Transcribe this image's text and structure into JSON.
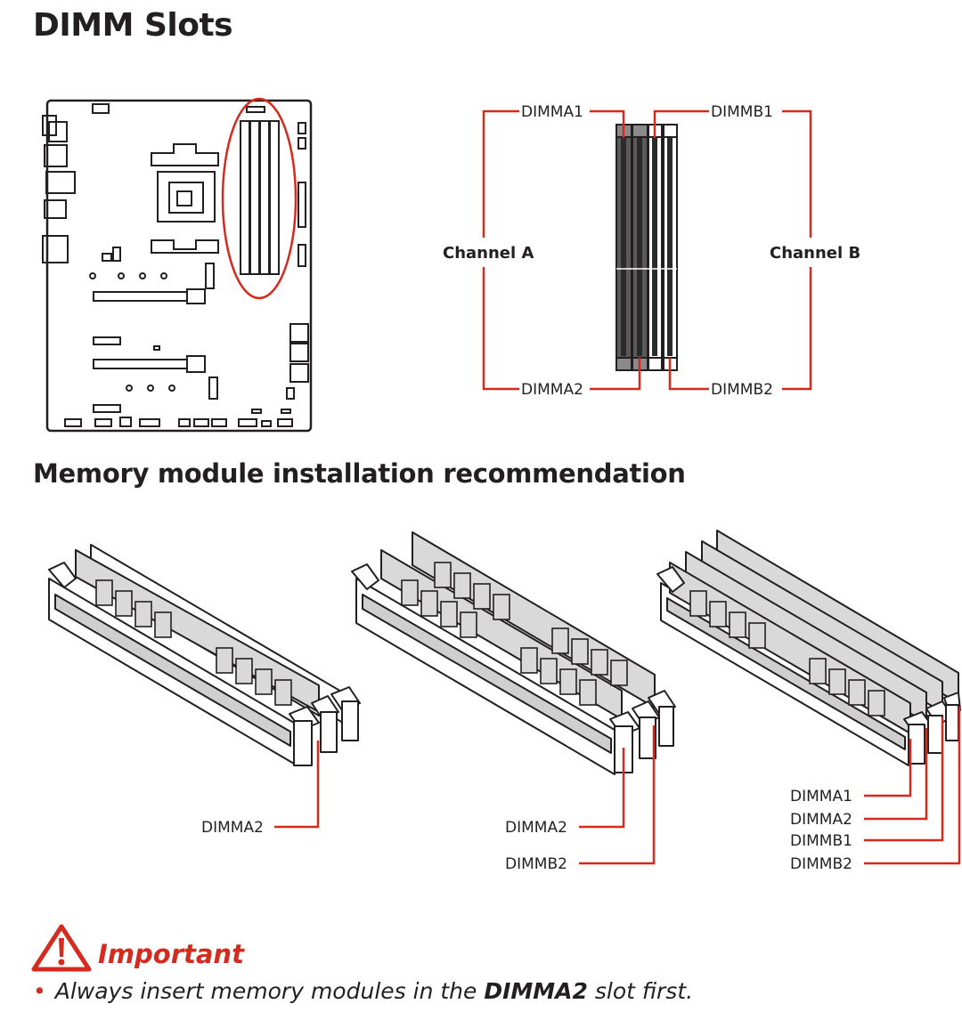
{
  "heading": "DIMM Slots",
  "subheading": "Memory module installation recommendation",
  "slot_diagram": {
    "channel_a": "Channel A",
    "channel_b": "Channel B",
    "dimma1": "DIMMA1",
    "dimmb1": "DIMMB1",
    "dimma2": "DIMMA2",
    "dimmb2": "DIMMB2"
  },
  "configs": [
    {
      "labels": [
        "DIMMA2"
      ]
    },
    {
      "labels": [
        "DIMMA2",
        "DIMMB2"
      ]
    },
    {
      "labels": [
        "DIMMA1",
        "DIMMA2",
        "DIMMB1",
        "DIMMB2"
      ]
    }
  ],
  "important": {
    "title": "Important",
    "bullet": "•",
    "note_before": "Always insert memory modules in the ",
    "note_bold": "DIMMA2",
    "note_after": " slot first."
  },
  "colors": {
    "accent_red": "#d52b1e",
    "text": "#231f20"
  }
}
